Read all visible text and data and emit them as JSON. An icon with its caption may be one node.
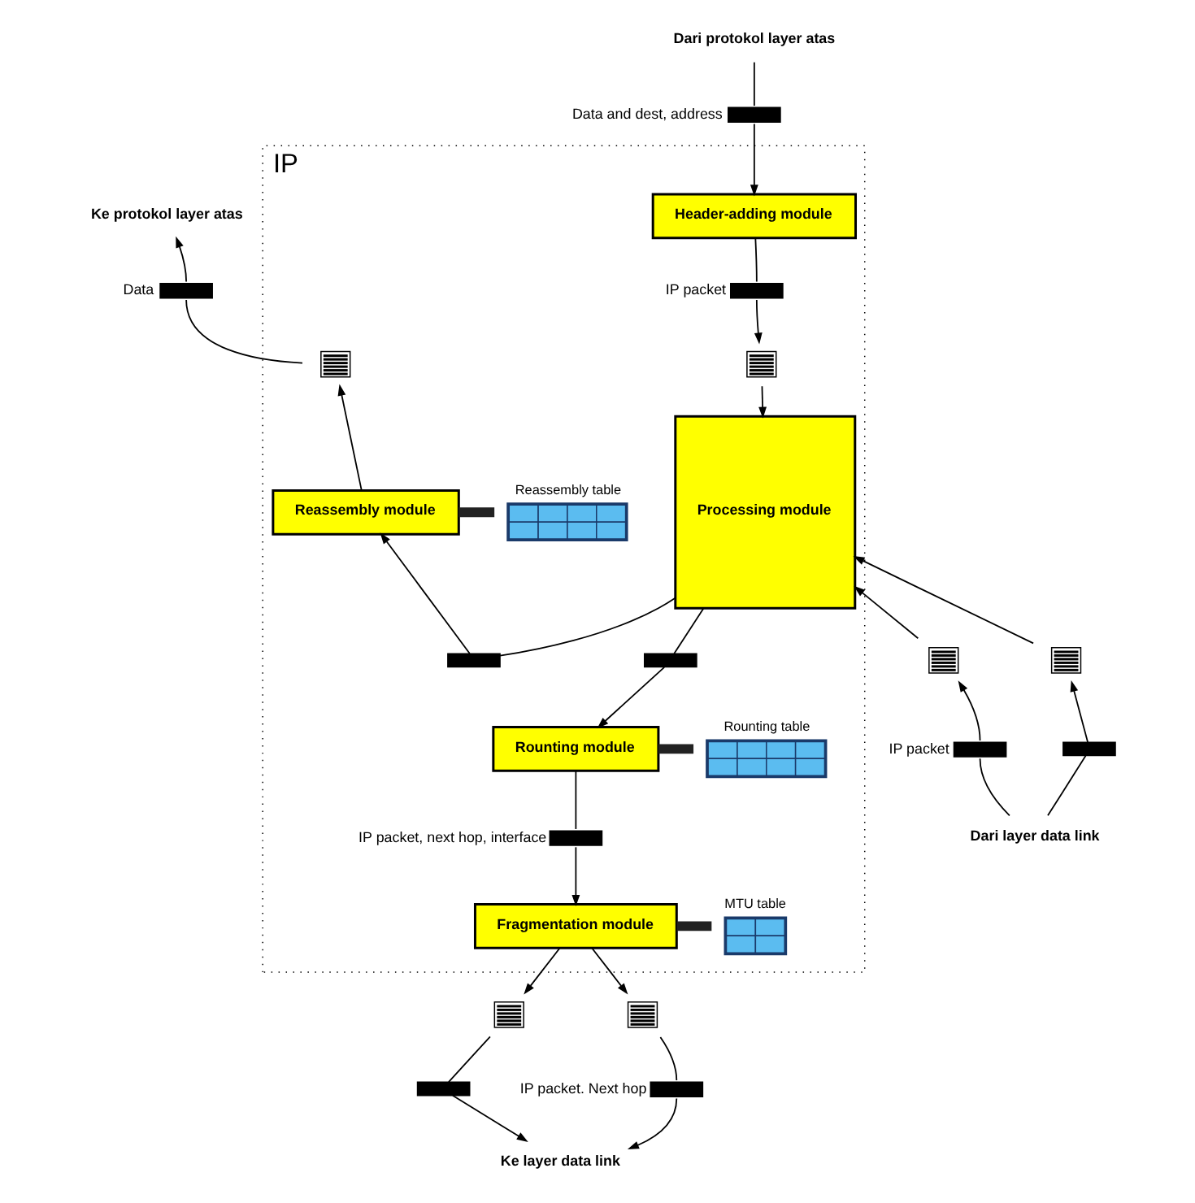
{
  "diagram": {
    "nodes": [
      {
        "text": [
          "IP"
        ]
      },
      {
        "text": [
          "Dari protokol layer atas"
        ]
      },
      {
        "text": [],
        "shape": "bar",
        "beside": [
          "Data and dest, address"
        ]
      },
      {
        "text": [
          "Ke protokol layer atas"
        ]
      },
      {
        "text": [],
        "shape": "bar",
        "beside": [
          "Data"
        ]
      },
      {
        "text": [
          "Header-adding module"
        ],
        "in": 0
      },
      {
        "text": [],
        "shape": "queue",
        "in": 0
      },
      {
        "text": [],
        "shape": "bar",
        "beside": [
          "IP packet"
        ],
        "in": 0
      },
      {
        "text": [],
        "shape": "queue",
        "in": 0
      },
      {
        "text": [
          "Reassembly module"
        ],
        "in": 0
      },
      {
        "text": [
          "Reassembly table"
        ],
        "in": 0
      },
      {
        "text": [
          "Processing module"
        ],
        "in": 0
      },
      {
        "text": [],
        "shape": "bar",
        "in": 0
      },
      {
        "text": [
          "Rounting table"
        ],
        "in": 0
      },
      {
        "text": [],
        "shape": "bar",
        "in": 0
      },
      {
        "text": [
          "Rounting module"
        ],
        "in": 0
      },
      {
        "text": [],
        "shape": "bar",
        "beside": [
          "IP packet, next hop, interface"
        ],
        "in": 0
      },
      {
        "text": [
          "MTU table"
        ],
        "in": 0
      },
      {
        "text": [
          "Fragmentation module"
        ],
        "in": 0
      },
      {
        "text": [],
        "shape": "queue"
      },
      {
        "text": [],
        "shape": "queue"
      },
      {
        "text": [],
        "shape": "queue"
      },
      {
        "text": [],
        "shape": "queue"
      },
      {
        "text": [],
        "shape": "bar",
        "beside": [
          "IP packet"
        ]
      },
      {
        "text": [],
        "shape": "bar"
      },
      {
        "text": [],
        "shape": "bar"
      },
      {
        "text": [],
        "shape": "bar",
        "beside": [
          "IP packet. Next hop"
        ]
      },
      {
        "text": [
          "Dari layer data link"
        ]
      },
      {
        "text": [
          "Ke layer data link"
        ]
      }
    ],
    "edges": [
      {
        "from": 1,
        "to": 2,
        "arrow": "none"
      },
      {
        "from": 2,
        "to": 5,
        "arrow": "to"
      },
      {
        "from": 5,
        "to": 7,
        "arrow": "none"
      },
      {
        "from": 7,
        "to": 8,
        "arrow": "to"
      },
      {
        "from": 8,
        "to": 11,
        "arrow": "to"
      },
      {
        "from": 11,
        "to": 12,
        "arrow": "none"
      },
      {
        "from": 12,
        "to": 9,
        "arrow": "to"
      },
      {
        "from": 9,
        "to": 6,
        "arrow": "to"
      },
      {
        "from": 6,
        "to": 4,
        "arrow": "none"
      },
      {
        "from": 4,
        "to": 3,
        "arrow": "to"
      },
      {
        "from": 11,
        "to": 14,
        "arrow": "none"
      },
      {
        "from": 14,
        "to": 15,
        "arrow": "to"
      },
      {
        "from": 15,
        "to": 16,
        "arrow": "none"
      },
      {
        "from": 16,
        "to": 18,
        "arrow": "to"
      },
      {
        "from": 18,
        "to": 21,
        "arrow": "to"
      },
      {
        "from": 21,
        "to": 25,
        "arrow": "none"
      },
      {
        "from": 25,
        "to": 28,
        "arrow": "to"
      },
      {
        "from": 18,
        "to": 22,
        "arrow": "to"
      },
      {
        "from": 22,
        "to": 26,
        "arrow": "none"
      },
      {
        "from": 26,
        "to": 28,
        "arrow": "to"
      },
      {
        "from": 27,
        "to": 23,
        "arrow": "none"
      },
      {
        "from": 23,
        "to": 19,
        "arrow": "to"
      },
      {
        "from": 19,
        "to": 11,
        "arrow": "to"
      },
      {
        "from": 27,
        "to": 24,
        "arrow": "none"
      },
      {
        "from": 24,
        "to": 20,
        "arrow": "to"
      },
      {
        "from": 20,
        "to": 11,
        "arrow": "to"
      },
      {
        "from": 9,
        "to": 10,
        "arrow": "none",
        "style": "thick"
      },
      {
        "from": 15,
        "to": 13,
        "arrow": "none",
        "style": "thick"
      },
      {
        "from": 18,
        "to": 17,
        "arrow": "none",
        "style": "thick"
      }
    ]
  }
}
